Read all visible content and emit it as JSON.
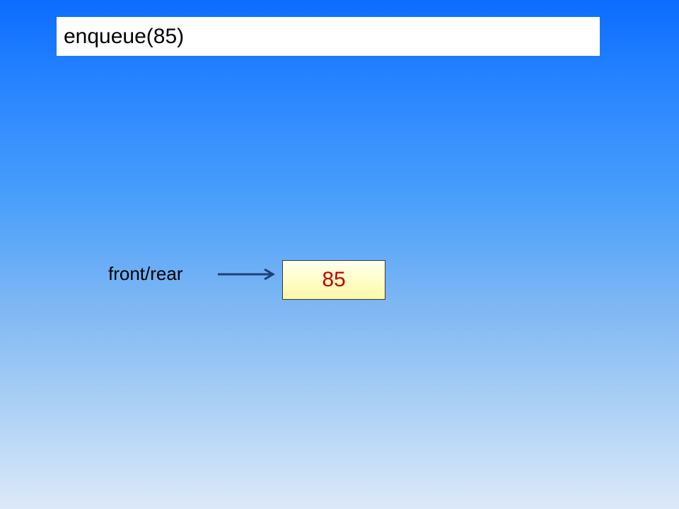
{
  "title": "enqueue(85)",
  "pointer": {
    "label": "front/rear"
  },
  "queue": {
    "nodes": [
      {
        "value": "85"
      }
    ]
  },
  "colors": {
    "background_top": "#0b6cff",
    "background_bottom": "#dce9f8",
    "node_fill": "#ffffcc",
    "node_text": "#c00000",
    "arrow": "#1f3f73"
  }
}
